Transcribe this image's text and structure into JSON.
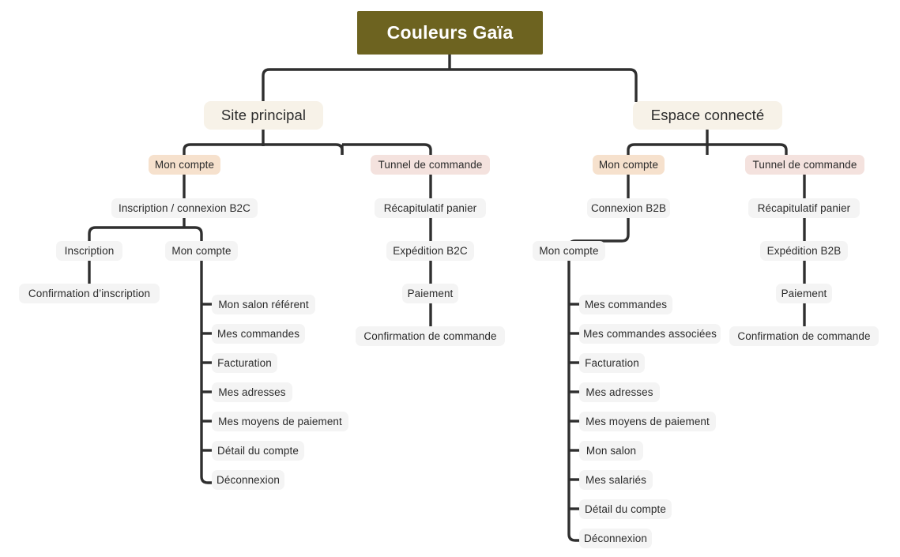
{
  "diagram": {
    "title": "Couleurs Gaïa",
    "type": "sitemap-tree",
    "colors": {
      "root_bg": "#6d6320",
      "root_text": "#ffffff",
      "section_bg": "#f7f2e8",
      "peach_bg": "#f6e1cd",
      "pink_bg": "#f4e2de",
      "grey_bg": "#f4f4f4",
      "text": "#2b2b2b",
      "connector": "#2f2f2f",
      "page_bg": "#ffffff"
    }
  },
  "nodes": {
    "root": {
      "label": "Couleurs Gaïa"
    },
    "section_left": {
      "label": "Site principal"
    },
    "section_right": {
      "label": "Espace connecté"
    },
    "l_mon_compte": {
      "label": "Mon compte"
    },
    "l_tunnel": {
      "label": "Tunnel de commande"
    },
    "r_mon_compte": {
      "label": "Mon compte"
    },
    "r_tunnel": {
      "label": "Tunnel de commande"
    },
    "l_inscription_connexion": {
      "label": "Inscription / connexion B2C"
    },
    "l_inscription": {
      "label": "Inscription"
    },
    "l_confirmation_inscription": {
      "label": "Confirmation d’inscription"
    },
    "l_compte": {
      "label": "Mon compte"
    },
    "l_recap": {
      "label": "Récapitulatif panier"
    },
    "l_expedition": {
      "label": "Expédition B2C"
    },
    "l_paiement": {
      "label": "Paiement"
    },
    "l_confirmation_commande": {
      "label": "Confirmation de commande"
    },
    "r_connexion": {
      "label": "Connexion B2B"
    },
    "r_compte": {
      "label": "Mon compte"
    },
    "r_recap": {
      "label": "Récapitulatif panier"
    },
    "r_expedition": {
      "label": "Expédition B2B"
    },
    "r_paiement": {
      "label": "Paiement"
    },
    "r_confirmation_commande": {
      "label": "Confirmation de commande"
    }
  },
  "left_account_items": [
    {
      "label": "Mon salon référent"
    },
    {
      "label": "Mes commandes"
    },
    {
      "label": "Facturation"
    },
    {
      "label": "Mes adresses"
    },
    {
      "label": "Mes moyens de paiement"
    },
    {
      "label": "Détail du compte"
    },
    {
      "label": "Déconnexion"
    }
  ],
  "right_account_items": [
    {
      "label": "Mes commandes"
    },
    {
      "label": "Mes commandes associées"
    },
    {
      "label": "Facturation"
    },
    {
      "label": "Mes adresses"
    },
    {
      "label": "Mes moyens de paiement"
    },
    {
      "label": "Mon salon"
    },
    {
      "label": "Mes salariés"
    },
    {
      "label": "Détail du compte"
    },
    {
      "label": "Déconnexion"
    }
  ]
}
